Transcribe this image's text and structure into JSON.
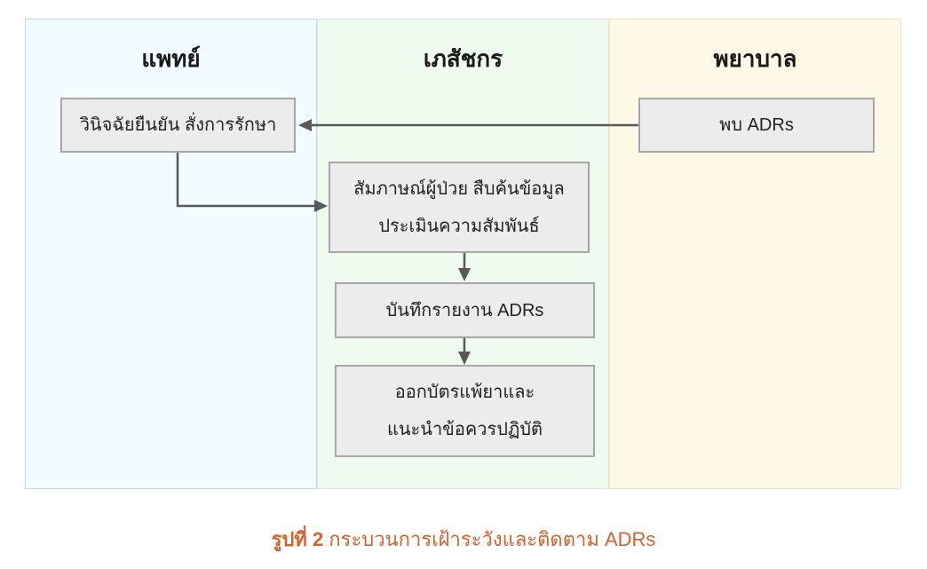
{
  "lanes": [
    {
      "id": "doctor",
      "label": "แพทย์",
      "bg": "#f2fbff",
      "border": "#c5d9e8"
    },
    {
      "id": "pharmacist",
      "label": "เภสัชกร",
      "bg": "#f0fbf0",
      "border": "#d8ecd8"
    },
    {
      "id": "nurse",
      "label": "พยาบาล",
      "bg": "#fef9e7",
      "border": "#f2e4c4"
    }
  ],
  "nodes": {
    "diagnose": {
      "lines": [
        "วินิจฉัยยืนยัน สั่งการรักษา"
      ]
    },
    "found": {
      "lines": [
        "พบ ADRs"
      ]
    },
    "interview": {
      "lines": [
        "สัมภาษณ์ผู้ป่วย สืบค้นข้อมูล",
        "ประเมินความสัมพันธ์"
      ]
    },
    "record": {
      "lines": [
        "บันทึกรายงาน ADRs"
      ]
    },
    "card": {
      "lines": [
        "ออกบัตรแพ้ยาและ",
        "แนะนำข้อควรปฏิบัติ"
      ]
    }
  },
  "caption": {
    "prefix": "รูปที่ 2",
    "text": " กระบวนการเฝ้าระวังและติดตาม ADRs",
    "color": "#d5622d"
  },
  "styles": {
    "box_fill": "#ececec",
    "box_border": "#a6a6a6",
    "arrow_color": "#595959"
  }
}
